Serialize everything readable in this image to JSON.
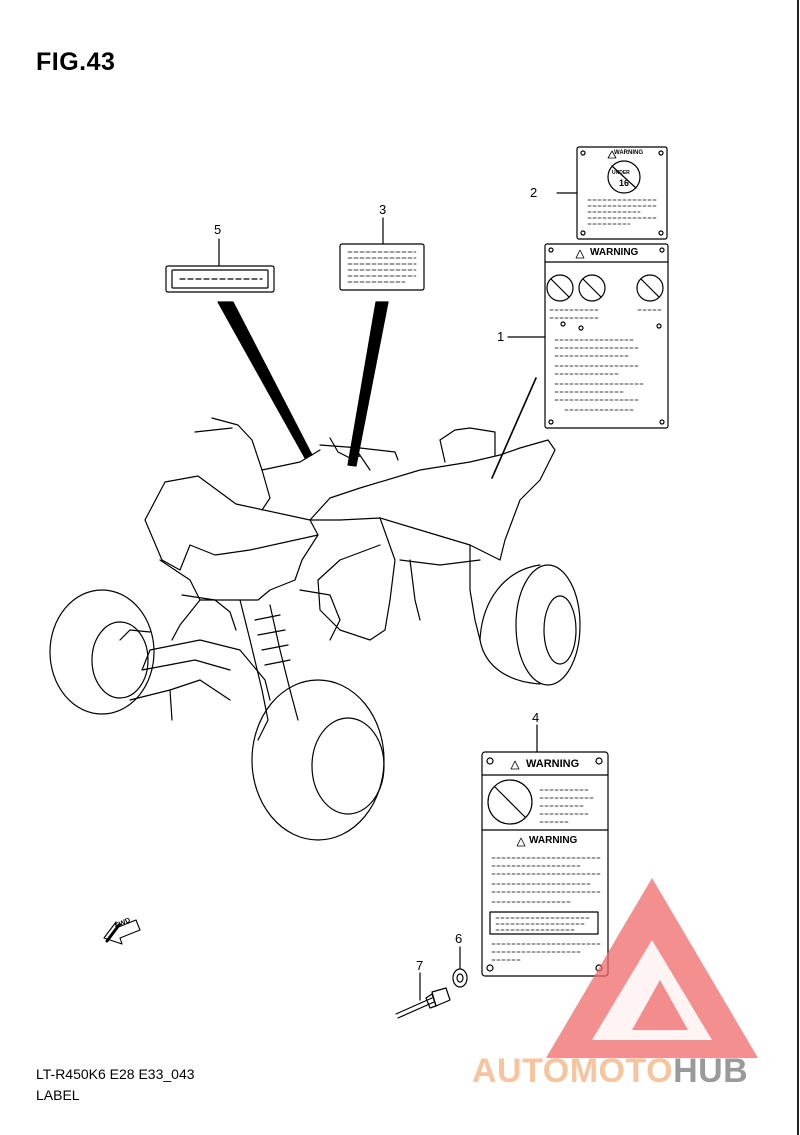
{
  "header": {
    "figure_title": "FIG.43"
  },
  "footer": {
    "model_code": "LT-R450K6 E28 E33_043",
    "section_label": "LABEL"
  },
  "callouts": {
    "c1": "1",
    "c2": "2",
    "c3": "3",
    "c4": "4",
    "c5": "5",
    "c6": "6",
    "c7": "7"
  },
  "labels": {
    "warning_text": "WARNING",
    "under_text": "UNDER",
    "age_text": "16",
    "fwd_text": "FWD"
  },
  "watermark": {
    "part1": "AUTOMOTO",
    "part2": "HUB",
    "color_red": "#ef6a6a",
    "color_orange": "#f6c49e",
    "color_gray": "#9a9a9a"
  }
}
